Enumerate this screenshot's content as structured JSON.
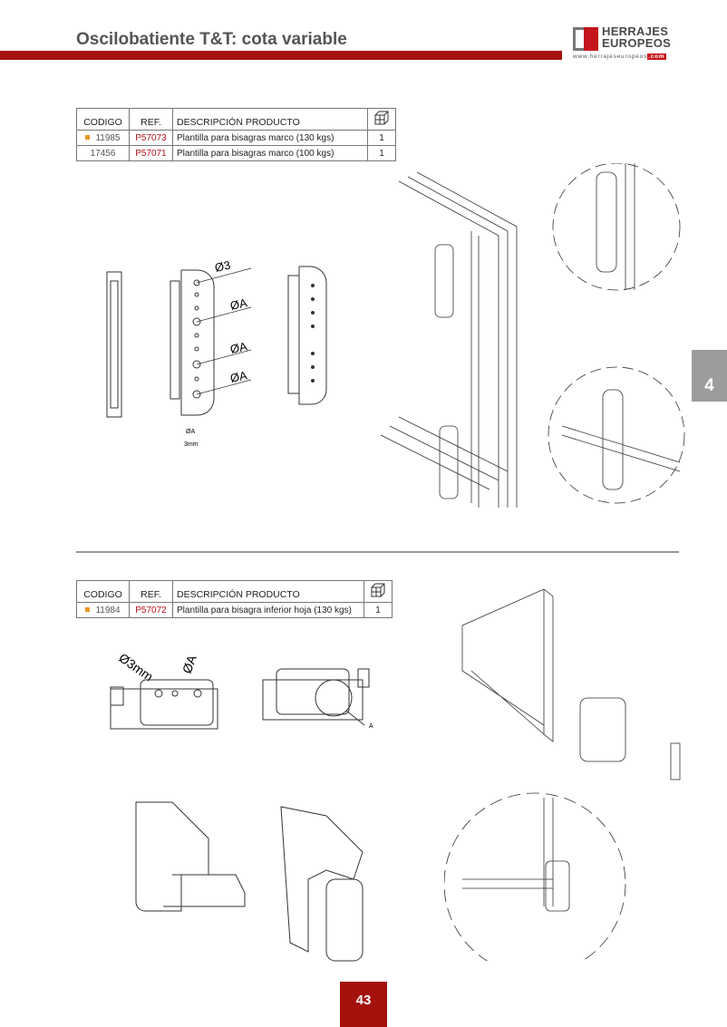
{
  "header": {
    "title": "Oscilobatiente T&T: cota variable",
    "logo": {
      "line1": "HERRAJES",
      "line2": "EUROPEOS",
      "url": "www.herrajeseuropeos",
      "url_tld": ".com"
    }
  },
  "table_columns": {
    "codigo": "CODIGO",
    "ref": "REF.",
    "descripcion": "DESCRIPCIÓN PRODUCTO",
    "qty_icon": "box-icon"
  },
  "table1": [
    {
      "codigo": "11985",
      "ref": "P57073",
      "descripcion": "Plantilla para bisagras marco (130 kgs)",
      "qty": "1",
      "marked": true
    },
    {
      "codigo": "17456",
      "ref": "P57071",
      "descripcion": "Plantilla para bisagras marco (100 kgs)",
      "qty": "1",
      "marked": false
    }
  ],
  "table2": [
    {
      "codigo": "11984",
      "ref": "P57072",
      "descripcion": "Plantilla para bisagra inferior hoja (130 kgs)",
      "qty": "1",
      "marked": true
    }
  ],
  "drawing1": {
    "d1": "Ø3",
    "d2": "ØA",
    "d3": "ØA",
    "d4": "ØA",
    "legend_a": "ØA",
    "legend_b": "3mm"
  },
  "drawing2": {
    "d1": "Ø3mm",
    "d2": "ØA",
    "detail": "A"
  },
  "colors": {
    "brand_red": "#a5110d",
    "ref_red": "#b5121b",
    "marker": "#e8961e"
  },
  "section_tab": "4",
  "page_number": "43"
}
